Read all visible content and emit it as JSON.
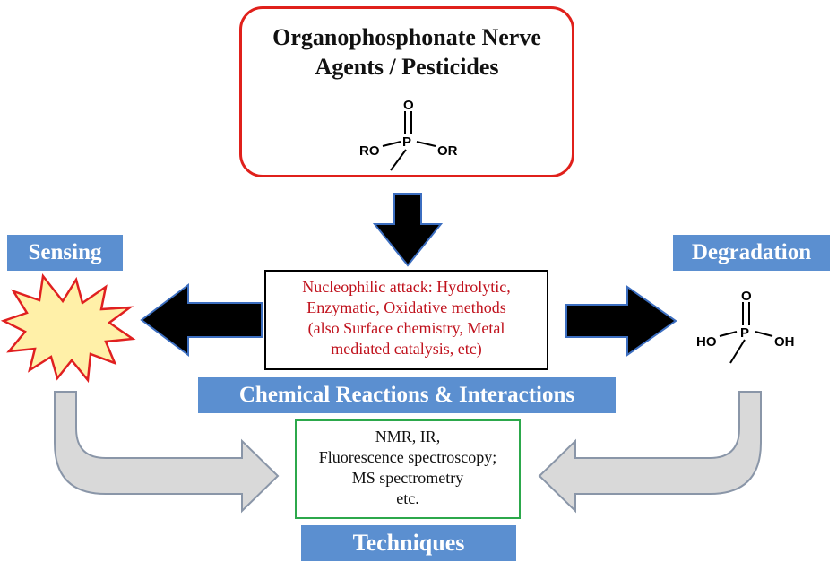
{
  "top_box": {
    "title_line1": "Organophosphonate Nerve",
    "title_line2": "Agents / Pesticides",
    "structure": {
      "top": "O",
      "left": "RO",
      "center": "P",
      "right": "OR"
    }
  },
  "labels": {
    "sensing": "Sensing",
    "degradation": "Degradation",
    "reactions": "Chemical Reactions & Interactions",
    "techniques": "Techniques"
  },
  "mechanism_box": {
    "lines": [
      "Nucleophilic attack:  Hydrolytic,",
      "Enzymatic, Oxidative methods",
      "(also Surface chemistry, Metal",
      "mediated catalysis, etc)"
    ]
  },
  "techniques_box": {
    "lines": [
      "NMR, IR,",
      "Fluorescence spectroscopy;",
      "MS spectrometry",
      "etc."
    ]
  },
  "product_structure": {
    "top": "O",
    "left": "HO",
    "center": "P",
    "right": "OH"
  },
  "colors": {
    "top_border": "#e0201b",
    "label_bg": "#5b8fd0",
    "mechanism_text": "#c0121d",
    "tech_border": "#2ca84b",
    "arrow_fill": "#000000",
    "arrow_outline": "#3c6ec0",
    "curved_arrow_fill": "#d9d9d9",
    "curved_arrow_outline": "#8a96a8",
    "star_fill": "#fff0a8",
    "star_outline": "#e02020"
  }
}
